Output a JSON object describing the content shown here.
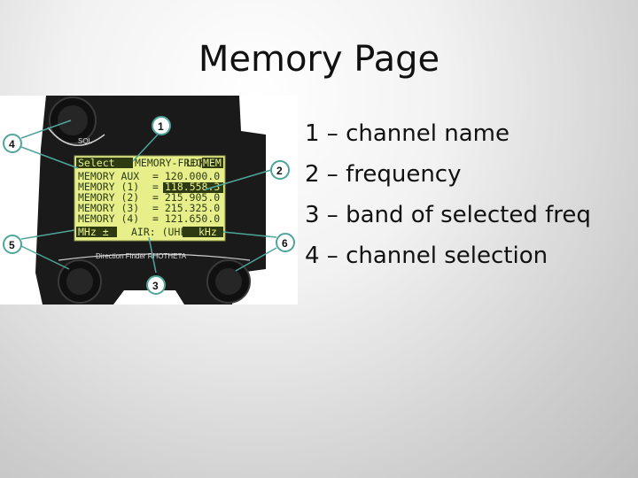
{
  "slide": {
    "title": "Memory Page"
  },
  "legend": {
    "items": [
      "1 – channel name",
      "2 – frequency",
      "3 – band of selected freq",
      "4 – channel selection"
    ]
  },
  "device": {
    "knob_label": "SQL",
    "lcd": {
      "header_left": "Select",
      "header_mid": "MEMORY-FREQ.",
      "header_ldf": "LDF",
      "header_right": "MEM",
      "rows": [
        {
          "label": "MEMORY AUX",
          "value": "= 120.000.0",
          "highlighted": false
        },
        {
          "label": "MEMORY (1)",
          "value": "= 118.558.3",
          "highlighted": true
        },
        {
          "label": "MEMORY (2)",
          "value": "= 215.905.0",
          "highlighted": false
        },
        {
          "label": "MEMORY (3)",
          "value": "= 215.325.0",
          "highlighted": false
        },
        {
          "label": "MEMORY (4)",
          "value": "= 121.650.0",
          "highlighted": false
        }
      ],
      "footer_left": "MHz ±",
      "footer_mid": "AIR: (UHF)",
      "footer_right": "kHz"
    },
    "brand_text": "Direction Finder  RHOTHETA",
    "callouts": [
      "1",
      "2",
      "3",
      "4",
      "5",
      "6"
    ]
  },
  "colors": {
    "lcd_background": "#e6ef8a",
    "lcd_text": "#2e3a12",
    "device_body": "#1a1a1a",
    "callout_line": "#4fa59a"
  }
}
